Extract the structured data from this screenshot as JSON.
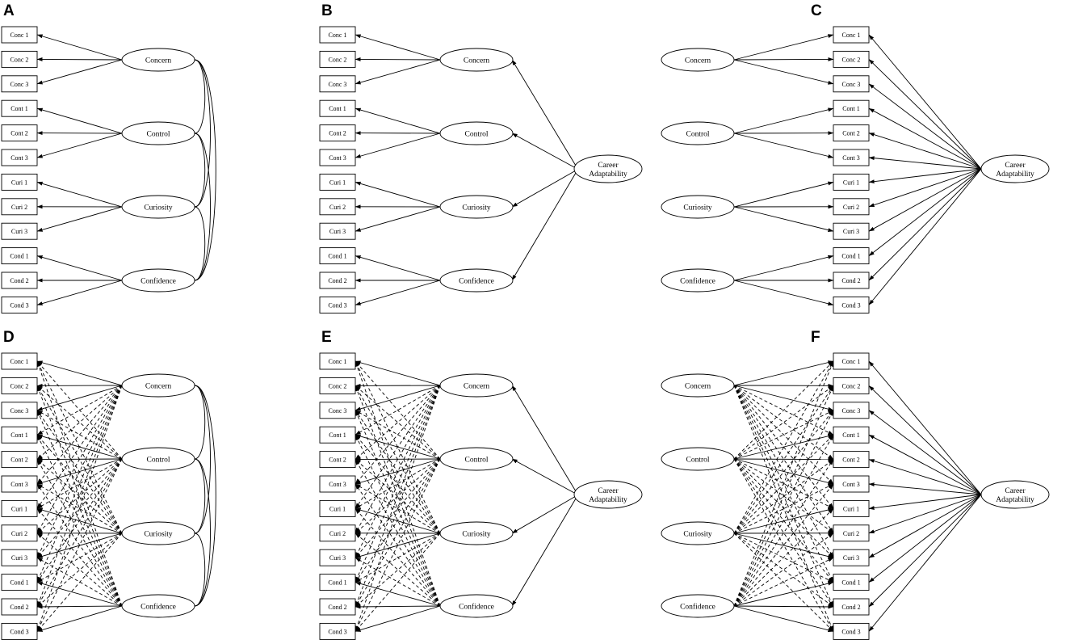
{
  "indicators": [
    "Conc 1",
    "Conc 2",
    "Conc 3",
    "Cont 1",
    "Cont 2",
    "Cont 3",
    "Curi 1",
    "Curi 2",
    "Curi 3",
    "Cond 1",
    "Cond 2",
    "Cond 3"
  ],
  "factors": [
    "Concern",
    "Control",
    "Curiosity",
    "Confidence"
  ],
  "general_factor": [
    "Career",
    "Adaptability"
  ],
  "panels": [
    {
      "letter": "A",
      "model": "correlated"
    },
    {
      "letter": "B",
      "model": "higher-order"
    },
    {
      "letter": "C",
      "model": "bifactor"
    },
    {
      "letter": "D",
      "model": "correlated-esem"
    },
    {
      "letter": "E",
      "model": "higher-order-esem"
    },
    {
      "letter": "F",
      "model": "bifactor-esem"
    }
  ]
}
